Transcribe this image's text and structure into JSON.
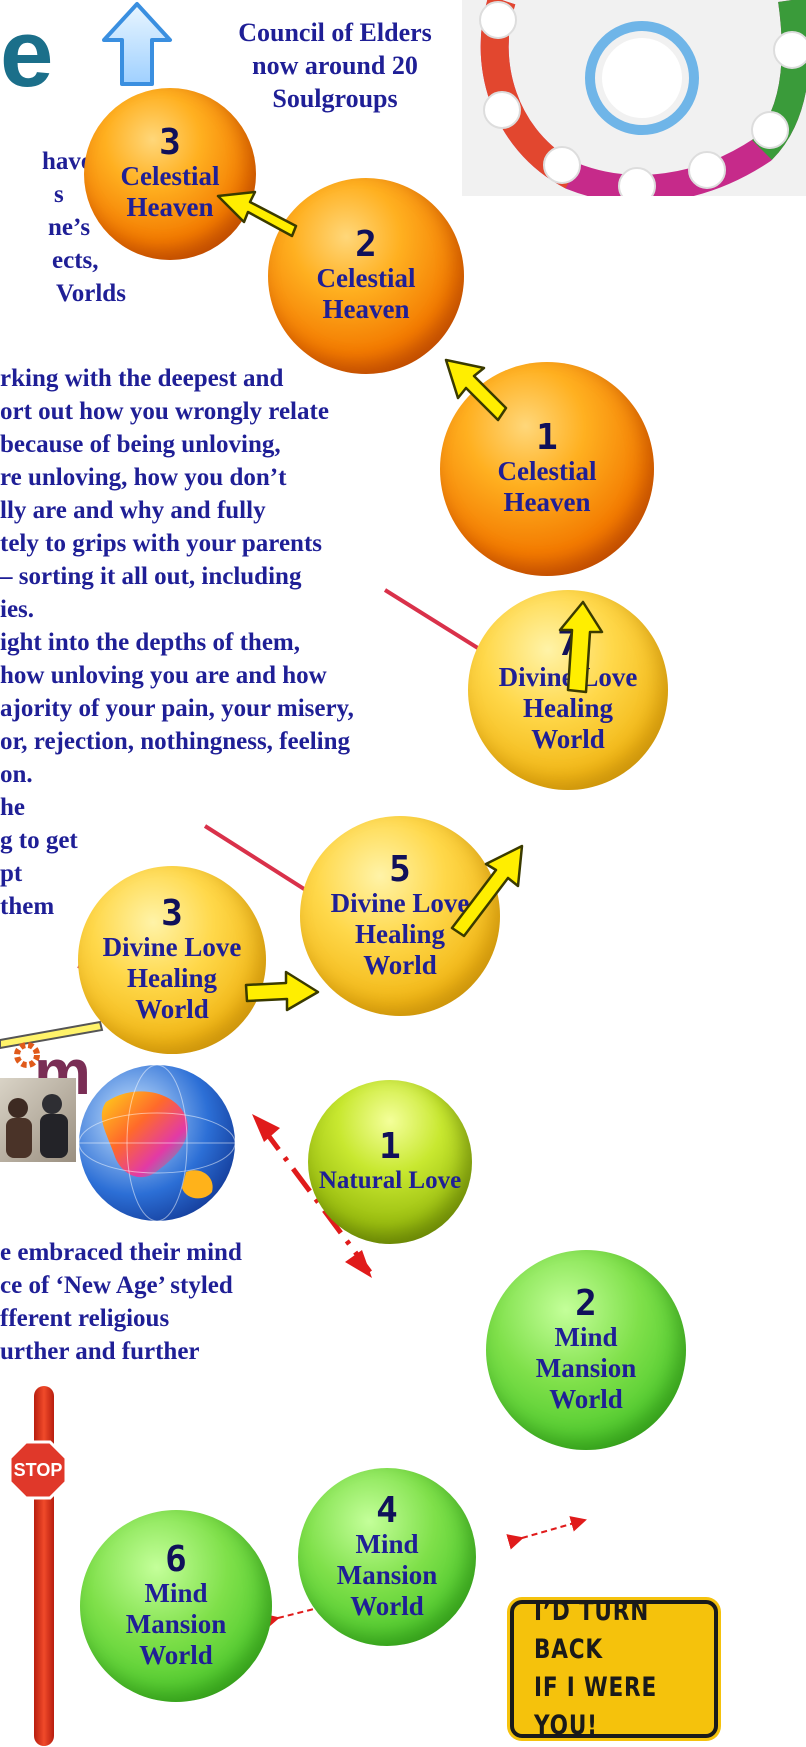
{
  "header": {
    "title_fragment": "e",
    "council": [
      "Council  of Elders",
      "now around 20",
      "Soulgroups"
    ]
  },
  "spheres": {
    "celestial_3": {
      "num": "3",
      "label": "Celestial\nHeaven"
    },
    "celestial_2": {
      "num": "2",
      "label": "Celestial\nHeaven"
    },
    "celestial_1": {
      "num": "1",
      "label": "Celestial\nHeaven"
    },
    "divine_7": {
      "num": "7",
      "label": "Divine Love\nHealing\nWorld"
    },
    "divine_5": {
      "num": "5",
      "label": "Divine Love\nHealing\nWorld"
    },
    "divine_3": {
      "num": "3",
      "label": "Divine Love\nHealing\nWorld"
    },
    "natural_1": {
      "num": "1",
      "label": "Natural Love"
    },
    "mind_2": {
      "num": "2",
      "label": "Mind\nMansion\nWorld"
    },
    "mind_4": {
      "num": "4",
      "label": "Mind\nMansion\nWorld"
    },
    "mind_6": {
      "num": "6",
      "label": "Mind\nMansion\nWorld"
    }
  },
  "text_blocks": {
    "top_left": [
      "have",
      "s",
      "ne’s",
      "ects,",
      "Vorlds"
    ],
    "middle": [
      "rking with the deepest and",
      "ort out how you wrongly relate",
      "because of being unloving,",
      "re unloving, how you don’t",
      "lly are and why and fully",
      "tely to grips with your parents",
      " – sorting it all out, including",
      "ies.",
      "ight into the depths of them,",
      "how unloving you are and how",
      "ajority of your pain, your misery,",
      "or, rejection, nothingness, feeling",
      " on.",
      "he",
      "g to get",
      "pt",
      " them"
    ],
    "bottom": [
      "e embraced their mind",
      "ce of ‘New Age’ styled",
      "fferent religious",
      "urther and further"
    ]
  },
  "logo_fragment": "m",
  "stop_sign": "STOP",
  "warning_sign": [
    "I’D TURN BACK",
    "IF I WERE YOU!"
  ],
  "colors": {
    "text": "#1f1f96",
    "title": "#1b6f8a",
    "arrow_yellow": "#ffee00",
    "arrow_red": "#e01b1b",
    "pointer_red": "#d9314a",
    "sign_yellow": "#f5c20c"
  }
}
